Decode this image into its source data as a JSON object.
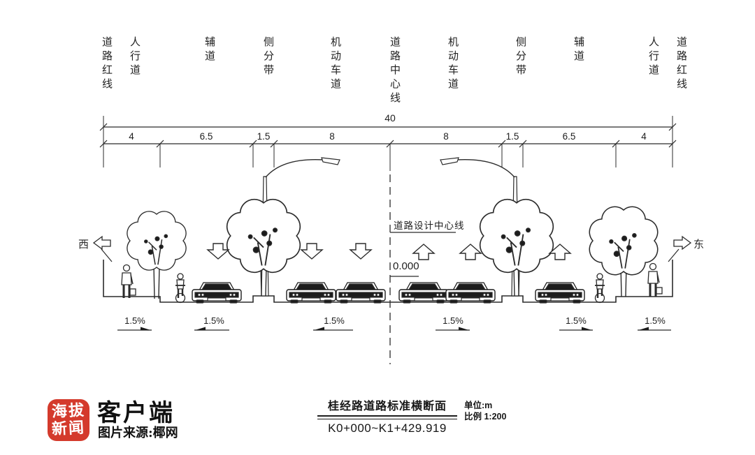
{
  "diagram": {
    "top_labels": [
      "道路红线",
      "人行道",
      "辅道",
      "侧分带",
      "机动车道",
      "道路中心线",
      "机动车道",
      "侧分带",
      "辅道",
      "人行道",
      "道路红线"
    ],
    "dimension": {
      "total": "40",
      "segments": [
        "4",
        "6.5",
        "1.5",
        "8",
        "8",
        "1.5",
        "6.5",
        "4"
      ]
    },
    "centerline_label": "道路设计中心线",
    "elevation_label": "0.000",
    "west_label": "西",
    "east_label": "东",
    "slope_labels": [
      "1.5%",
      "1.5%",
      "1.5%",
      "1.5%",
      "1.5%",
      "1.5%"
    ],
    "title": "桂经路道路标准横断面",
    "stationing": "K0+000~K1+429.919",
    "unit_note": "单位:m",
    "scale_note": "比例 1:200",
    "line_color": "#2b2b2b"
  },
  "branding": {
    "badge_line1": "海拔",
    "badge_line2": "新闻",
    "badge_color": "#d43a2c",
    "app_label": "客户端",
    "source_label": "图片来源:椰网"
  }
}
